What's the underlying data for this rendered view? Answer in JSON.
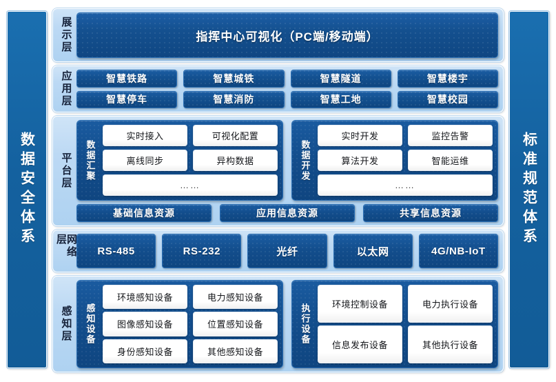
{
  "colors": {
    "pillar_blue": "#14619f",
    "panel_dark_blue": "#134e8d",
    "layer_light_blue": "#bcd9f4",
    "chip_white": "#ffffff",
    "text_on_dark": "#ffffff",
    "layer_label_text": "#16223a"
  },
  "side": {
    "left_pillar": "数据安全体系",
    "right_pillar": "标准规范体系"
  },
  "layers": [
    {
      "id": "display",
      "label": "展示层",
      "bar": "指挥中心可视化（PC端/移动端）"
    },
    {
      "id": "application",
      "label": "应用层",
      "rows": [
        [
          "智慧铁路",
          "智慧城铁",
          "智慧隧道",
          "智慧楼宇"
        ],
        [
          "智慧停车",
          "智慧消防",
          "智慧工地",
          "智慧校园"
        ]
      ]
    },
    {
      "id": "platform",
      "label": "平台层",
      "groups": [
        {
          "name": "数据汇聚",
          "rows": [
            [
              "实时接入",
              "可视化配置"
            ],
            [
              "离线同步",
              "异构数据"
            ]
          ],
          "dots": "……"
        },
        {
          "name": "数据开发",
          "rows": [
            [
              "实时开发",
              "监控告警"
            ],
            [
              "算法开发",
              "智能运维"
            ]
          ],
          "dots": "……"
        }
      ],
      "resources": [
        "基础信息资源",
        "应用信息资源",
        "共享信息资源"
      ]
    },
    {
      "id": "network",
      "label": "网络层",
      "items": [
        "RS-485",
        "RS-232",
        "光纤",
        "以太网",
        "4G/NB-IoT"
      ]
    },
    {
      "id": "perception",
      "label": "感知层",
      "groups": [
        {
          "name": "感知设备",
          "rows": [
            [
              "环境感知设备",
              "电力感知设备"
            ],
            [
              "图像感知设备",
              "位置感知设备"
            ],
            [
              "身份感知设备",
              "其他感知设备"
            ]
          ]
        },
        {
          "name": "执行设备",
          "rows": [
            [
              "环境控制设备",
              "电力执行设备"
            ],
            [
              "信息发布设备",
              "其他执行设备"
            ]
          ]
        }
      ]
    }
  ]
}
